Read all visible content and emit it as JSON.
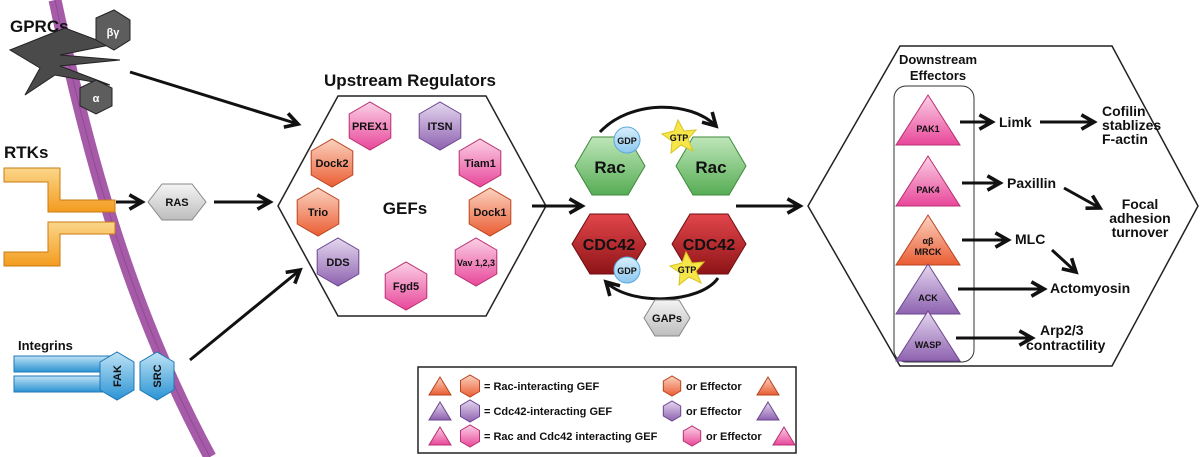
{
  "membrane": {
    "gpcr_label": "GPRCs",
    "gpcr_subunits": [
      "βγ",
      "α"
    ],
    "rtk_label": "RTKs",
    "integrin_label": "Integrins",
    "ras_label": "RAS",
    "fak_label": "FAK",
    "src_label": "SRC"
  },
  "upstream": {
    "title": "Upstream Regulators",
    "center_label": "GEFs",
    "gefs": [
      "PREX1",
      "ITSN",
      "Dock2",
      "Tiam1",
      "Trio",
      "Dock1",
      "DDS",
      "Vav 1,2,3",
      "Fgd5"
    ]
  },
  "gtpases": {
    "rac_gdp": "Rac",
    "rac_gtp": "Rac",
    "cdc42_gdp": "CDC42",
    "cdc42_gtp": "CDC42",
    "gdp": "GDP",
    "gtp": "GTP",
    "gaps": "GAPs"
  },
  "downstream": {
    "title_line1": "Downstream",
    "title_line2": "Effectors",
    "effectors": [
      "PAK1",
      "PAK4",
      "αβ",
      "MRCK",
      "ACK",
      "WASP"
    ],
    "targets": [
      "Limk",
      "Paxillin",
      "MLC"
    ],
    "outcomes": {
      "cofilin": [
        "Cofilin",
        "stablizes",
        "F-actin"
      ],
      "focal": [
        "Focal",
        "adhesion",
        "turnover"
      ],
      "actomyosin": "Actomyosin",
      "arp": [
        "Arp2/3",
        "contractility"
      ]
    }
  },
  "legend": {
    "row1": "= Rac-interacting GEF",
    "row1_or": "or Effector",
    "row2": "= Cdc42-interacting GEF",
    "row2_or": "or Effector",
    "row3": "= Rac and Cdc42 interacting GEF",
    "row3_or": "or Effector"
  },
  "colors": {
    "rac_gef": "#f08060",
    "cdc42_gef": "#9c77b8",
    "both_gef": "#f080b8",
    "rac_gtpase": "#7ec77b",
    "cdc42_gtpase": "#c0282c",
    "membrane": "#a65ba8",
    "rtk": "#f6b84a",
    "integrin": "#3fa9e0",
    "nucleotide": "#9fd1f1",
    "gtp_star": "#f7e64a",
    "gray": "#cccccc",
    "dark_gray": "#555555"
  }
}
